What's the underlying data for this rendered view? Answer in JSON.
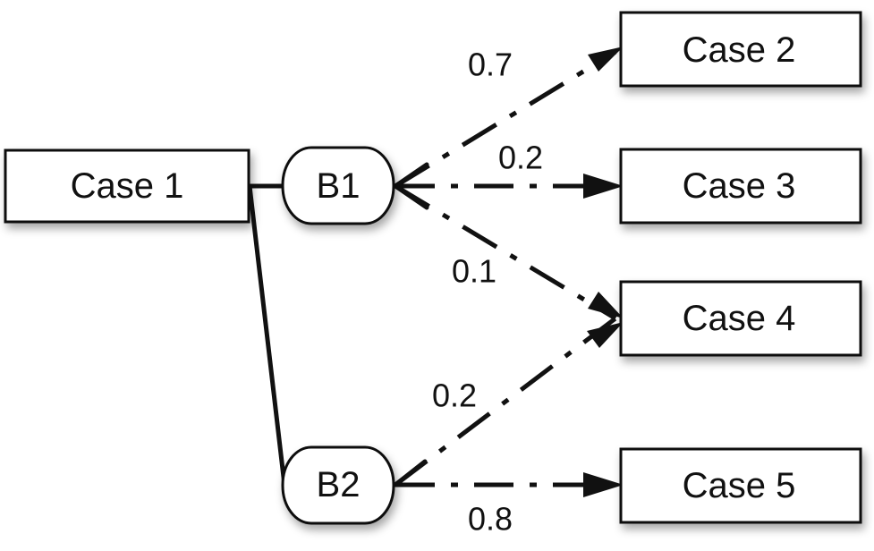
{
  "nodes": {
    "case1": "Case 1",
    "case2": "Case 2",
    "case3": "Case 3",
    "case4": "Case 4",
    "case5": "Case 5",
    "b1": "B1",
    "b2": "B2"
  },
  "edges": {
    "b1_case2": "0.7",
    "b1_case3": "0.2",
    "b1_case4": "0.1",
    "b2_case4": "0.2",
    "b2_case5": "0.8"
  }
}
